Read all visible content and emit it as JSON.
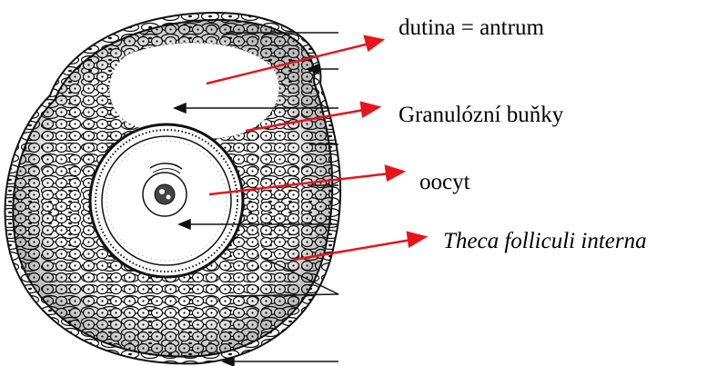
{
  "labels": {
    "antrum": "dutina = antrum",
    "granulosa": "Granulózní buňky",
    "oocyte": "oocyt",
    "theca_interna": "Theca folliculi interna"
  },
  "colors": {
    "arrow": "#e8141c",
    "ink": "#111111",
    "background": "#ffffff"
  }
}
